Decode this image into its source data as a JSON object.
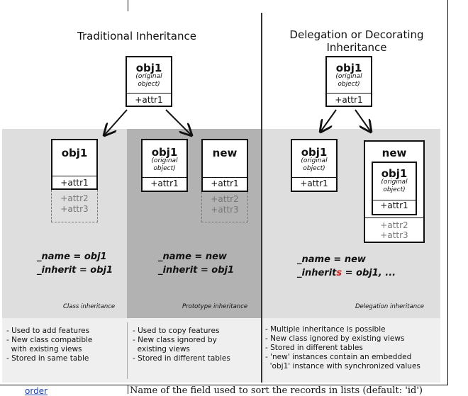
{
  "traditional": {
    "title": "Traditional Inheritance",
    "top_box": {
      "name": "obj1",
      "sub": "(original object)",
      "attr": "+attr1"
    },
    "class": {
      "box": {
        "name": "obj1",
        "attr": "+attr1",
        "extra": [
          "+attr2",
          "+attr3"
        ]
      },
      "code": [
        "_name = obj1",
        "_inherit = obj1"
      ],
      "caption": "Class inheritance",
      "notes": [
        "- Used to add features",
        "- New class compatible",
        "  with existing views",
        "- Stored in same table"
      ]
    },
    "prototype": {
      "box_a": {
        "name": "obj1",
        "sub": "(original object)",
        "attr": "+attr1"
      },
      "box_b": {
        "name": "new",
        "attr": "+attr1",
        "extra": [
          "+attr2",
          "+attr3"
        ]
      },
      "code": [
        "_name = new",
        "_inherit = obj1"
      ],
      "caption": "Prototype inheritance",
      "notes": [
        "- Used to copy features",
        "- New class ignored by",
        "  existing views",
        "- Stored in different tables"
      ]
    }
  },
  "delegation": {
    "title": [
      "Delegation or Decorating",
      "Inheritance"
    ],
    "top_box": {
      "name": "obj1",
      "sub": "(original object)",
      "attr": "+attr1"
    },
    "box_a": {
      "name": "obj1",
      "sub": "(original object)",
      "attr": "+attr1"
    },
    "box_b": {
      "name": "new",
      "inner": {
        "name": "obj1",
        "sub": "(original object)",
        "attr": "+attr1"
      },
      "extra": [
        "+attr2",
        "+attr3"
      ]
    },
    "code": {
      "line1": "_name = new",
      "line2_pre": "_inherit",
      "line2_hl": "s",
      "line2_post": " = obj1, ..."
    },
    "caption": "Delegation inheritance",
    "notes": [
      "- Multiple inheritance is possible",
      "- New class ignored by existing views",
      "- Stored in different tables",
      "- 'new' instances contain an embedded",
      "  'obj1' instance with synchronized values"
    ]
  },
  "footer": {
    "field": "order",
    "description": "Name of the field used to sort the records in lists (default: 'id')"
  },
  "colors": {
    "panel_light": "#dedede",
    "panel_dark": "#b2b2b2",
    "notes_bg": "#efefef",
    "highlight": "#d0201a"
  }
}
